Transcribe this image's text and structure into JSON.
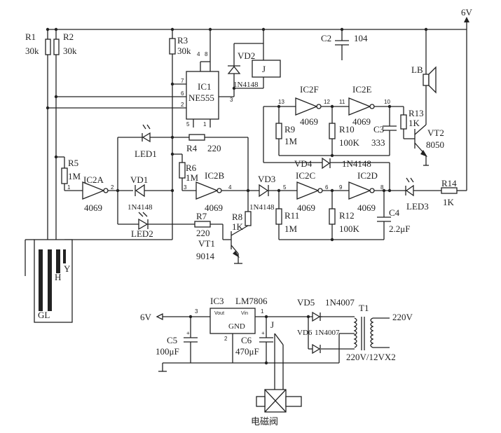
{
  "power": {
    "vcc_label": "6V",
    "out_label": "6V"
  },
  "resistors": {
    "r1": {
      "name": "R1",
      "value": "30k"
    },
    "r2": {
      "name": "R2",
      "value": "30k"
    },
    "r3": {
      "name": "R3",
      "value": "30k"
    },
    "r4": {
      "name": "R4",
      "value": "220"
    },
    "r5": {
      "name": "R5",
      "value": "1M"
    },
    "r6": {
      "name": "R6",
      "value": "1M"
    },
    "r7": {
      "name": "R7",
      "value": "220"
    },
    "r8": {
      "name": "R8",
      "value": "1K"
    },
    "r9": {
      "name": "R9",
      "value": "1M"
    },
    "r10": {
      "name": "R10",
      "value": "100K"
    },
    "r11": {
      "name": "R11",
      "value": "1M"
    },
    "r12": {
      "name": "R12",
      "value": "100K"
    },
    "r13": {
      "name": "R13",
      "value": "1K"
    },
    "r14": {
      "name": "R14",
      "value": "1K"
    }
  },
  "capacitors": {
    "c2": {
      "name": "C2",
      "value": "104"
    },
    "c3": {
      "name": "C3",
      "value": "333"
    },
    "c4": {
      "name": "C4",
      "value": "2.2μF"
    },
    "c5": {
      "name": "C5",
      "value": "100μF"
    },
    "c6": {
      "name": "C6",
      "value": "470μF"
    }
  },
  "ics": {
    "ic1": {
      "name": "IC1",
      "part": "NE555"
    },
    "ic2a": {
      "name": "IC2A",
      "part": "4069"
    },
    "ic2b": {
      "name": "IC2B",
      "part": "4069"
    },
    "ic2c": {
      "name": "IC2C",
      "part": "4069"
    },
    "ic2d": {
      "name": "IC2D",
      "part": "4069"
    },
    "ic2e": {
      "name": "IC2E",
      "part": "4069"
    },
    "ic2f": {
      "name": "IC2F",
      "part": "4069"
    },
    "ic3": {
      "name": "IC3",
      "part": "LM7806",
      "vout": "Vout",
      "vin": "Vin",
      "gnd": "GND"
    }
  },
  "diodes": {
    "vd1": {
      "name": "VD1",
      "part": "1N4148"
    },
    "vd2": {
      "name": "VD2",
      "part": "1N4148"
    },
    "vd3": {
      "name": "VD3",
      "part": "1N4148"
    },
    "vd4": {
      "name": "VD4",
      "part": "1N4148"
    },
    "vd5": {
      "name": "VD5",
      "part": "1N4007"
    },
    "vd6": {
      "name": "VD6",
      "part": "1N4007"
    },
    "led1": "LED1",
    "led2": "LED2",
    "led3": "LED3"
  },
  "transistors": {
    "vt1": {
      "name": "VT1",
      "part": "9014"
    },
    "vt2": {
      "name": "VT2",
      "part": "8050"
    }
  },
  "misc": {
    "relay": "J",
    "relay_contact": "J",
    "speaker": "LB",
    "transformer": "T1",
    "transformer_spec": "220V/12VX2",
    "mains": "220V",
    "valve": "电磁阀"
  },
  "probe": {
    "gl": "GL",
    "h": "H",
    "y": "Y"
  },
  "pins": {
    "ic1_p4": "4",
    "ic1_p8": "8",
    "ic1_p7": "7",
    "ic1_p6": "6",
    "ic1_p2": "2",
    "ic1_p3": "3",
    "ic1_p5": "5",
    "ic1_p1": "1",
    "ic2a_in": "1",
    "ic2a_out": "2",
    "ic2b_in": "3",
    "ic2b_out": "4",
    "ic2c_in": "5",
    "ic2c_out": "6",
    "ic2d_in": "9",
    "ic2d_out": "8",
    "ic2f_in": "13",
    "ic2f_out": "12",
    "ic2e_in": "11",
    "ic2e_out": "10",
    "ic3_p3": "3",
    "ic3_p1": "1",
    "ic3_p2": "2",
    "plus": "+"
  }
}
